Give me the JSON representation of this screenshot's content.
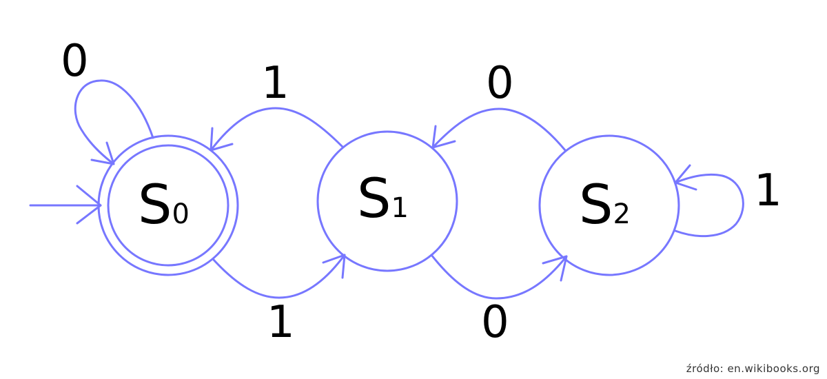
{
  "diagram": {
    "stroke_color": "#7777ff",
    "states": [
      {
        "name": "S",
        "sub": "0",
        "accepting": true,
        "initial": true
      },
      {
        "name": "S",
        "sub": "1",
        "accepting": false,
        "initial": false
      },
      {
        "name": "S",
        "sub": "2",
        "accepting": false,
        "initial": false
      }
    ],
    "transitions": [
      {
        "from": "S0",
        "to": "S0",
        "label": "0"
      },
      {
        "from": "S1",
        "to": "S0",
        "label": "1"
      },
      {
        "from": "S2",
        "to": "S1",
        "label": "0"
      },
      {
        "from": "S2",
        "to": "S2",
        "label": "1"
      },
      {
        "from": "S0",
        "to": "S1",
        "label": "1"
      },
      {
        "from": "S1",
        "to": "S2",
        "label": "0"
      }
    ]
  },
  "source": "źródło: en.wikibooks.org"
}
